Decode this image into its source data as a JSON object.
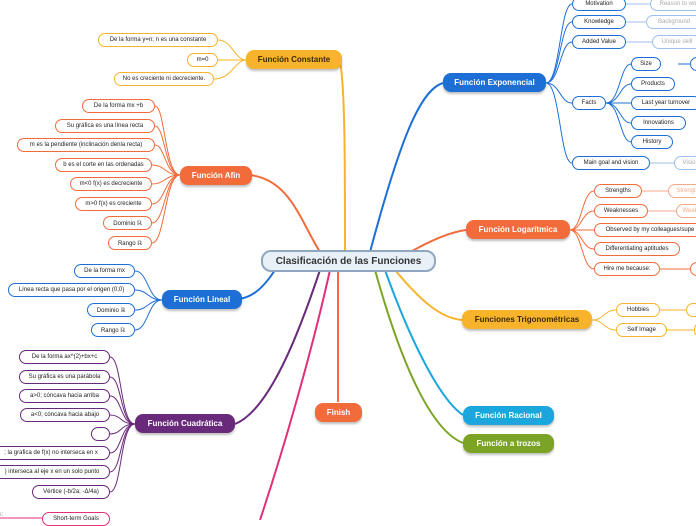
{
  "central": "Clasificación de las Funciones",
  "constante": {
    "title": "Función Constante",
    "items": [
      "De la forma y=n; n es una constante",
      "m=0",
      "No es creciente ni decreciente."
    ]
  },
  "afin": {
    "title": "Función Afín",
    "items": [
      "De la forma mx +b",
      "Su gráfica es una línea recta",
      "m es la pendiente (inclinación denla recta)",
      "b es el corte en las ordenadas",
      "m<0 f(x) es decreciente",
      "m>0 f(x) es creciente",
      "Dominio  ℝ",
      "Rango  ℝ"
    ]
  },
  "lineal": {
    "title": "Función Lineal",
    "items": [
      "De la forma mx",
      "Línea recta que pasa por el origen (0,0)",
      "Dominio  ℝ",
      "Rango  ℝ"
    ]
  },
  "cuadratica": {
    "title": "Función Cuadrática",
    "items": [
      "De la forma ax^(2)+bx+c",
      "Su gráfica es una parábola",
      "a>0;  cóncava hacia arriba",
      "a<0; cóncava hacia abajo",
      "",
      "; la grafica de f(x) no interseca en x",
      ") interseca al eje x en un solo punto",
      "Vértice (-b/2a; -Δ/4a)"
    ]
  },
  "bottom_left": {
    "label": "Short-term Goals",
    "fragment": "ı:"
  },
  "exponencial": {
    "title": "Función Exponencial",
    "motivation": "Motivation",
    "motivation_note": "Reason to wo",
    "knowledge": "Knowledge",
    "knowledge_note": "Background",
    "added_value": "Added Value",
    "added_value_note": "Unique skill",
    "facts": "Facts",
    "facts_items": [
      "Size",
      "Products",
      "Last year turnover",
      "Innovations",
      "History"
    ],
    "main_goal": "Main goal and vision",
    "main_goal_note": "Visio"
  },
  "logaritmica": {
    "title": "Función Logarítmica",
    "items": [
      "Strengths",
      "Weaknesses",
      "Observed by my colleagues/supe",
      "Differentiating aptitudes",
      "Hire me because:"
    ],
    "notes": [
      "Strengt",
      "Weak"
    ]
  },
  "trigonometricas": {
    "title": "Funciones Trigonométricas",
    "items": [
      "Hobbies",
      "Self Image"
    ]
  },
  "racional": {
    "title": "Función Racional"
  },
  "trozos": {
    "title": "Función  a trozos"
  },
  "finish": {
    "title": "Finish"
  },
  "colors": {
    "constante": "#f7b32b",
    "afin": "#f26b3a",
    "lineal": "#1d6fd6",
    "cuadratica": "#6a2a7c",
    "exponencial": "#1d6fd6",
    "logaritmica": "#f26b3a",
    "trigonometricas": "#f7b32b",
    "racional": "#1ba7de",
    "trozos": "#7ba427",
    "finish": "#f26b3a",
    "pink": "#e0307a"
  }
}
